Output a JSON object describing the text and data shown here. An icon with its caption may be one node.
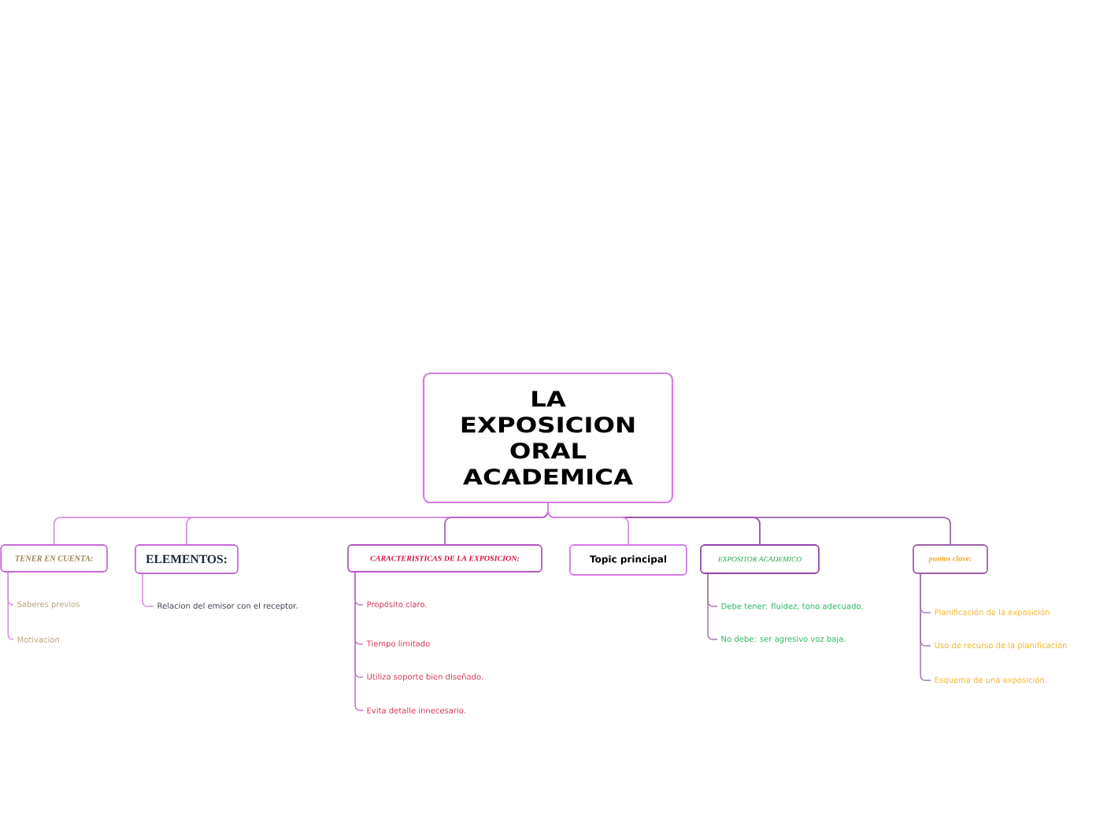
{
  "diagram": {
    "nodes": [
      {
        "text": [
          "LA EXPOSICION ORAL ACADEMICA"
        ]
      },
      {
        "text": [
          "TENER EN CUENTA:"
        ]
      },
      {
        "text": [
          "ELEMENTOS:"
        ]
      },
      {
        "text": [
          "CARACTERISTICAS DE LA EXPOSICION:"
        ]
      },
      {
        "text": [
          "Topic principal"
        ]
      },
      {
        "text": [
          "EXPOSITOR ACADEMICO"
        ]
      },
      {
        "text": [
          "puntos clave:"
        ]
      },
      {
        "text": [
          "Saberes previos"
        ]
      },
      {
        "text": [
          "Motivacion"
        ]
      },
      {
        "text": [
          "Relacion del emisor con el receptor."
        ]
      },
      {
        "text": [
          "Propósito claro."
        ]
      },
      {
        "text": [
          "Tiempo limitado"
        ]
      },
      {
        "text": [
          "Utiliza soporte bien diseñado."
        ]
      },
      {
        "text": [
          "Evita detalle innecesario."
        ]
      },
      {
        "text": [
          "Debe tener: fluidez, tono adecuado,"
        ]
      },
      {
        "text": [
          "No debe: ser agresivo voz baja."
        ]
      },
      {
        "text": [
          "Planificación de la exposición"
        ]
      },
      {
        "text": [
          "Uso de recurso de la planificación"
        ]
      },
      {
        "text": [
          "Esquema de una exposición."
        ]
      }
    ],
    "edges": [
      {
        "from": 0,
        "to": 1,
        "arrow": "none"
      },
      {
        "from": 0,
        "to": 2,
        "arrow": "none"
      },
      {
        "from": 0,
        "to": 3,
        "arrow": "none",
        "color": "#b35ec4"
      },
      {
        "from": 0,
        "to": 4,
        "arrow": "none"
      },
      {
        "from": 0,
        "to": 5,
        "arrow": "none",
        "color": "#9d4db0"
      },
      {
        "from": 0,
        "to": 6,
        "arrow": "none",
        "color": "#9c64a6"
      },
      {
        "from": 1,
        "to": 7,
        "arrow": "none"
      },
      {
        "from": 1,
        "to": 8,
        "arrow": "none"
      },
      {
        "from": 2,
        "to": 9,
        "arrow": "none"
      },
      {
        "from": 3,
        "to": 10,
        "arrow": "none",
        "color": "#c475d0"
      },
      {
        "from": 3,
        "to": 11,
        "arrow": "none",
        "color": "#c475d0"
      },
      {
        "from": 3,
        "to": 12,
        "arrow": "none",
        "color": "#c475d0"
      },
      {
        "from": 3,
        "to": 13,
        "arrow": "none",
        "color": "#c475d0"
      },
      {
        "from": 5,
        "to": 14,
        "arrow": "none",
        "color": "#a57ab3"
      },
      {
        "from": 5,
        "to": 15,
        "arrow": "none",
        "color": "#a57ab3"
      },
      {
        "from": 6,
        "to": 16,
        "arrow": "none",
        "color": "#a57ab3"
      },
      {
        "from": 6,
        "to": 17,
        "arrow": "none",
        "color": "#a57ab3"
      },
      {
        "from": 6,
        "to": 18,
        "arrow": "none",
        "color": "#a57ab3"
      }
    ]
  }
}
